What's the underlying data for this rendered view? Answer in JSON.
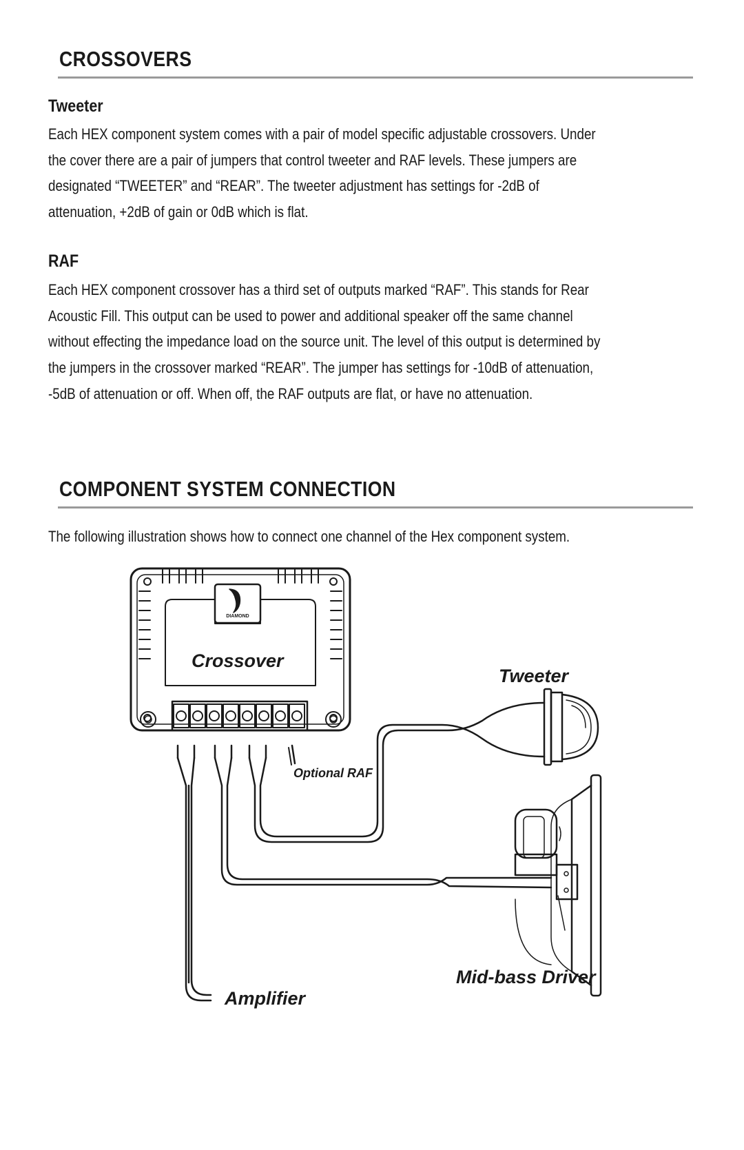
{
  "crossovers": {
    "title": "CROSSOVERS",
    "tweeter": {
      "heading": "Tweeter",
      "lines": [
        "Each HEX component system comes with a pair of model specific adjustable crossovers.  Under",
        "the  cover there are a pair of jumpers that control tweeter and RAF levels.  These jumpers are",
        "designated “TWEETER” and “REAR”.  The tweeter adjustment has settings for -2dB of",
        "attenuation, +2dB of gain or 0dB which is flat."
      ]
    },
    "raf": {
      "heading": "RAF",
      "lines": [
        "Each HEX component crossover has a third set of outputs marked “RAF”.  This stands for Rear",
        "Acoustic Fill.  This output can be used to power and additional speaker off the same channel",
        "without effecting the impedance load on the source unit.  The level of this output is determined by",
        "the jumpers in the crossover marked “REAR”.  The jumper has settings for -10dB of attenuation,",
        "-5dB of attenuation or off. When off, the RAF outputs are flat, or have no attenuation."
      ]
    }
  },
  "connection": {
    "title": "COMPONENT SYSTEM CONNECTION",
    "intro": "The following illustration shows how to connect one channel of the Hex component system."
  },
  "diagram": {
    "crossover_label": "Crossover",
    "brand_label": "DIAMOND",
    "tweeter_label": "Tweeter",
    "optional_raf_label": "Optional RAF",
    "amplifier_label": "Amplifier",
    "midbass_label": "Mid-bass Driver"
  }
}
